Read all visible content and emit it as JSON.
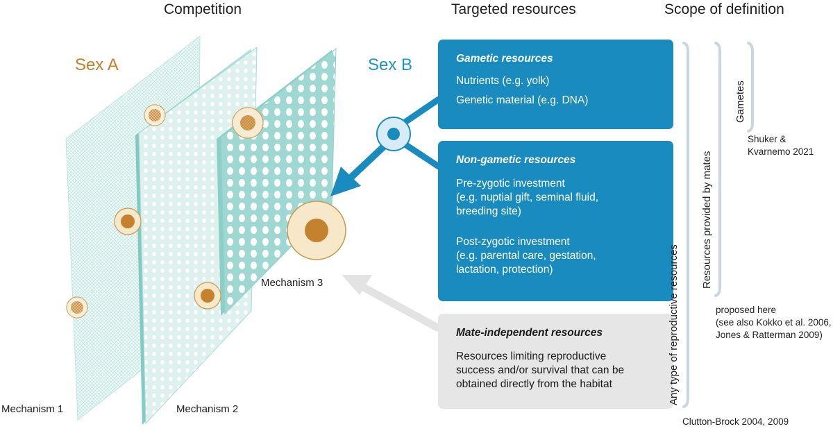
{
  "headers": {
    "competition": "Competition",
    "targeted_resources": "Targeted resources",
    "scope_of_definition": "Scope of definition"
  },
  "sexes": {
    "sex_a": "Sex A",
    "sex_b": "Sex B"
  },
  "mechanisms": {
    "m1": "Mechanism 1",
    "m2": "Mechanism 2",
    "m3": "Mechanism 3"
  },
  "boxes": {
    "gametic": {
      "title": "Gametic resources",
      "items": [
        "Nutrients (e.g. yolk)",
        "Genetic material (e.g. DNA)"
      ]
    },
    "non_gametic": {
      "title": "Non-gametic resources",
      "pre_line1": "Pre-zygotic investment",
      "pre_line2": "(e.g. nuptial gift, seminal fluid,",
      "pre_line3": "breeding site)",
      "post_line1": "Post-zygotic investment",
      "post_line2": "(e.g. parental care, gestation,",
      "post_line3": "lactation, protection)"
    },
    "mate_independent": {
      "title": "Mate-independent resources",
      "line1": "Resources limiting reproductive",
      "line2": "success and/or survival that can be",
      "line3": "obtained directly from the habitat"
    }
  },
  "scope": {
    "gametes": "Gametes",
    "provided_by_mates": "Resources provided by mates",
    "any_type": "Any type of reproductive resources",
    "ref_shuker_1": "Shuker &",
    "ref_shuker_2": "Kvarnemo 2021",
    "ref_proposed_1": "proposed here",
    "ref_proposed_2": "(see also Kokko et al. 2006,",
    "ref_proposed_3": "Jones & Ratterman 2009)",
    "ref_clutton": "Clutton-Brock 2004, 2009"
  },
  "colors": {
    "blue_box": "#1a8bbf",
    "grey_box": "#e6e6e6",
    "sex_a": "#c47f2c",
    "sex_b": "#1f93c9",
    "panel_teal": "#a9ddd8",
    "bracket": "#c8d6e0"
  }
}
